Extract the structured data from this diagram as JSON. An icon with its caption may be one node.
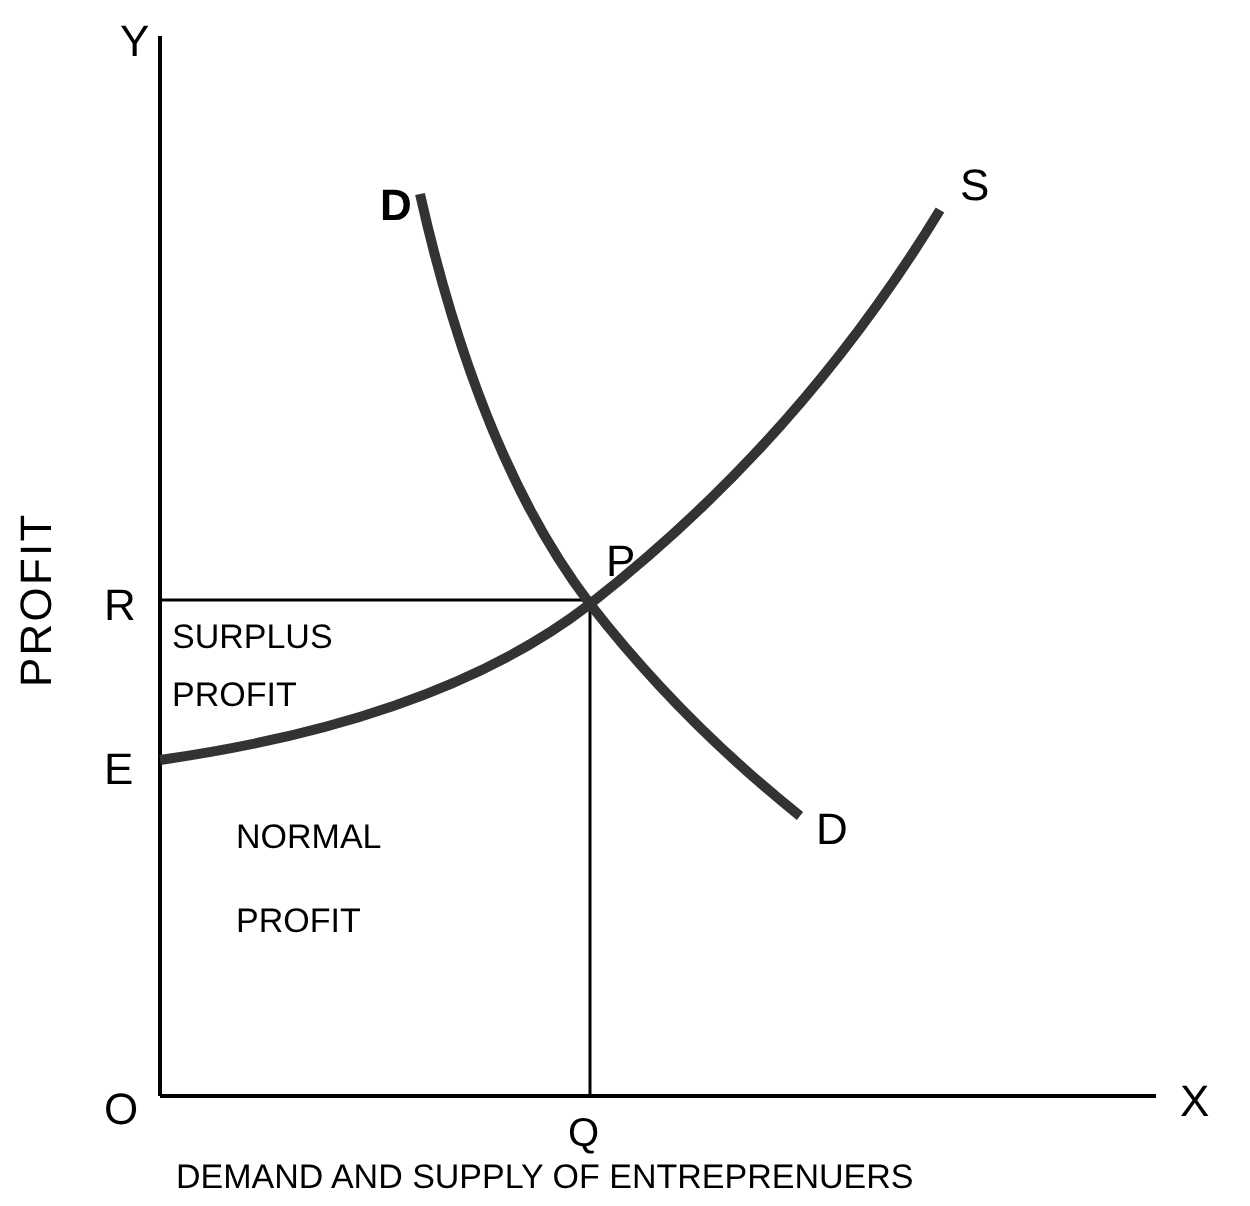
{
  "diagram": {
    "labels": [
      "Y",
      "D",
      "S",
      "PROFIT",
      "R",
      "P",
      "SURPLUS PROFIT",
      "E",
      "NORMAL PROFIT",
      "D",
      "O",
      "Q",
      "X",
      "DEMAND AND SUPPLY OF ENTREPRENUERS"
    ]
  }
}
